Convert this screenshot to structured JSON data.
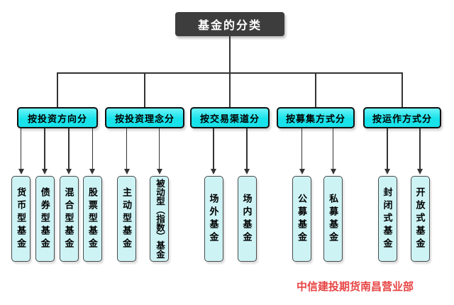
{
  "root": {
    "label": "基金的分类"
  },
  "groups": [
    {
      "label": "按投资方向分",
      "children": [
        "货币型基金",
        "债券型基金",
        "混合型基金",
        "股票型基金"
      ]
    },
    {
      "label": "按投资理念分",
      "children": [
        "主动型基金",
        "被动型（指数）基金"
      ]
    },
    {
      "label": "按交易渠道分",
      "children": [
        "场外基金",
        "场内基金"
      ]
    },
    {
      "label": "按募集方式分",
      "children": [
        "公募基金",
        "私募基金"
      ]
    },
    {
      "label": "按运作方式分",
      "children": [
        "封闭式基金",
        "开放式基金"
      ]
    }
  ],
  "footer": {
    "text": "中信建投期货南昌营业部"
  },
  "colors": {
    "root_fill": "#3d3d3d",
    "root_text": "#ffffff",
    "category_fill": "#18e2ea",
    "category_fill_light": "#6bf4f8",
    "category_border": "#111111",
    "leaf_fill": "#cdf3f5",
    "leaf_border": "#4a4a4a",
    "connector": "#333333",
    "footer_text": "#e84444"
  }
}
